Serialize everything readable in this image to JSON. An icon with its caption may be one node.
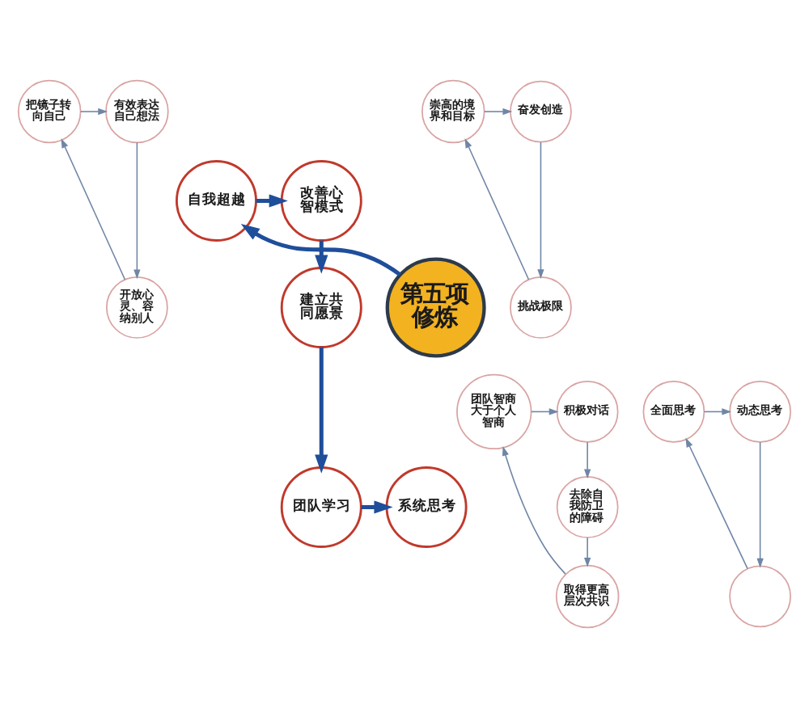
{
  "diagram": {
    "nodes": [
      {
        "text": [
          "把镜子转向自己"
        ]
      },
      {
        "text": [
          "有效表达自己想法"
        ]
      },
      {
        "text": [
          "改善心智模式"
        ]
      },
      {
        "text": [
          "开放心灵、容纳别人"
        ]
      },
      {
        "text": [
          "崇高的境界和目标"
        ]
      },
      {
        "text": [
          "奋发创造"
        ]
      },
      {
        "text": [
          "自我超越"
        ]
      },
      {
        "text": [
          "建立共同愿景"
        ]
      },
      {
        "text": [
          "第五项修炼"
        ]
      },
      {
        "text": [
          "挑战极限"
        ]
      },
      {
        "text": [
          "团队智商大于个人智商"
        ]
      },
      {
        "text": [
          "积极对话"
        ]
      },
      {
        "text": [
          "团队学习"
        ]
      },
      {
        "text": [
          "全面思考"
        ]
      },
      {
        "text": [
          "动态思考"
        ]
      },
      {
        "text": [
          "去除自我防卫的障碍"
        ]
      },
      {
        "text": [
          "系统思考"
        ]
      },
      {
        "text": [
          "取得更高层次共识"
        ]
      },
      {
        "text": [],
        "shape": "circle"
      }
    ],
    "edges": [
      {
        "from": 8,
        "to": 6,
        "arrow": "to",
        "style": "thick",
        "color": "#1f4e9a"
      },
      {
        "from": 6,
        "to": 2,
        "arrow": "to",
        "style": "thick",
        "color": "#1f4e9a"
      },
      {
        "from": 2,
        "to": 7,
        "arrow": "to",
        "style": "thick",
        "color": "#1f4e9a"
      },
      {
        "from": 7,
        "to": 12,
        "arrow": "to",
        "style": "thick",
        "color": "#1f4e9a"
      },
      {
        "from": 12,
        "to": 16,
        "arrow": "to",
        "style": "thick",
        "color": "#1f4e9a"
      },
      {
        "from": 0,
        "to": 1,
        "arrow": "to"
      },
      {
        "from": 1,
        "to": 3,
        "arrow": "to"
      },
      {
        "from": 3,
        "to": 0,
        "arrow": "to"
      },
      {
        "from": 4,
        "to": 5,
        "arrow": "to"
      },
      {
        "from": 5,
        "to": 9,
        "arrow": "to"
      },
      {
        "from": 9,
        "to": 4,
        "arrow": "to"
      },
      {
        "from": 10,
        "to": 11,
        "arrow": "to"
      },
      {
        "from": 11,
        "to": 15,
        "arrow": "to"
      },
      {
        "from": 15,
        "to": 17,
        "arrow": "to"
      },
      {
        "from": 17,
        "to": 10,
        "arrow": "to"
      },
      {
        "from": 13,
        "to": 14,
        "arrow": "to"
      },
      {
        "from": 14,
        "to": 18,
        "arrow": "to"
      },
      {
        "from": 18,
        "to": 13,
        "arrow": "to"
      }
    ]
  }
}
